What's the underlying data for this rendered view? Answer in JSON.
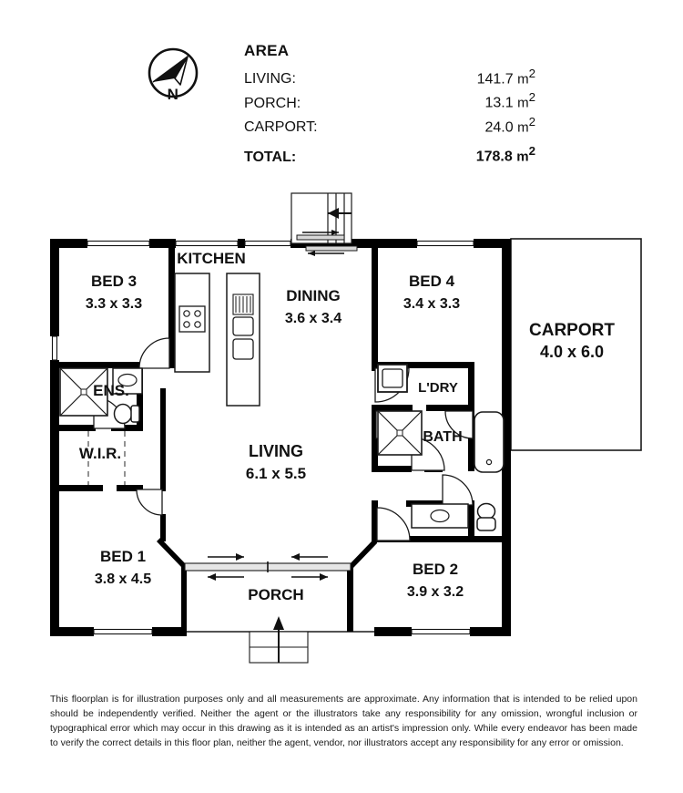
{
  "document": {
    "type": "floorplan",
    "compass": {
      "icon": "compass-north-icon",
      "label": "N"
    }
  },
  "area": {
    "title": "AREA",
    "rows": [
      {
        "label": "LIVING:",
        "value": "141.7",
        "unit": "m",
        "exponent": "2"
      },
      {
        "label": "PORCH:",
        "value": "13.1",
        "unit": "m",
        "exponent": "2"
      },
      {
        "label": "CARPORT:",
        "value": "24.0",
        "unit": "m",
        "exponent": "2"
      }
    ],
    "total": {
      "label": "TOTAL:",
      "value": "178.8",
      "unit": "m",
      "exponent": "2"
    }
  },
  "plan": {
    "rooms": [
      {
        "id": "bed3",
        "name": "BED 3",
        "dims": "3.3 x 3.3"
      },
      {
        "id": "kitchen",
        "name": "KITCHEN",
        "dims": ""
      },
      {
        "id": "dining",
        "name": "DINING",
        "dims": "3.6 x 3.4"
      },
      {
        "id": "bed4",
        "name": "BED 4",
        "dims": "3.4 x 3.3"
      },
      {
        "id": "carport",
        "name": "CARPORT",
        "dims": "4.0 x 6.0"
      },
      {
        "id": "ens",
        "name": "ENS.",
        "dims": ""
      },
      {
        "id": "ldry",
        "name": "L'DRY",
        "dims": ""
      },
      {
        "id": "wir",
        "name": "W.I.R.",
        "dims": ""
      },
      {
        "id": "living",
        "name": "LIVING",
        "dims": "6.1 x 5.5"
      },
      {
        "id": "bath",
        "name": "BATH",
        "dims": ""
      },
      {
        "id": "bed1",
        "name": "BED 1",
        "dims": "3.8 x 4.5"
      },
      {
        "id": "porch",
        "name": "PORCH",
        "dims": ""
      },
      {
        "id": "bed2",
        "name": "BED 2",
        "dims": "3.9 x 3.2"
      }
    ],
    "labels": {
      "bed3_name": "BED 3",
      "bed3_dims": "3.3 x 3.3",
      "kitchen_name": "KITCHEN",
      "dining_name": "DINING",
      "dining_dims": "3.6 x 3.4",
      "bed4_name": "BED 4",
      "bed4_dims": "3.4 x 3.3",
      "carport_name": "CARPORT",
      "carport_dims": "4.0 x 6.0",
      "ens_name": "ENS.",
      "ldry_name": "L'DRY",
      "wir_name": "W.I.R.",
      "living_name": "LIVING",
      "living_dims": "6.1 x 5.5",
      "bath_name": "BATH",
      "bed1_name": "BED 1",
      "bed1_dims": "3.8 x 4.5",
      "porch_name": "PORCH",
      "bed2_name": "BED 2",
      "bed2_dims": "3.9 x 3.2"
    },
    "fixtures": [
      "shower-ensuite",
      "basin-ensuite",
      "toilet-ensuite",
      "cooktop-kitchen",
      "sink-kitchen-island",
      "laundry-trough",
      "shower-bath",
      "bathtub",
      "basin-wc",
      "toilet-wc",
      "wardrobe-rail-wir"
    ],
    "openings": [
      "sliding-door-rear",
      "sliding-door-porch",
      "entry-step-porch",
      "window-bed3",
      "window-kitchen",
      "window-dining",
      "window-bed4",
      "window-ensuite",
      "window-bed1",
      "window-bed2"
    ],
    "colors": {
      "wall": "#000000",
      "fill": "#ffffff",
      "thin_line": "#1a1a1a"
    }
  },
  "disclaimer": {
    "text": "This floorplan is for illustration purposes only and all measurements are approximate. Any information that is intended to be relied upon should be independently verified. Neither the agent or the illustrators take any responsibility for any omission, wrongful inclusion or typographical error which may occur in this drawing as it is intended as an artist's impression only. While every endeavor has been made to verify the correct details in this floor plan, neither the agent, vendor, nor illustrators accept any responsibility for any error or omission."
  }
}
